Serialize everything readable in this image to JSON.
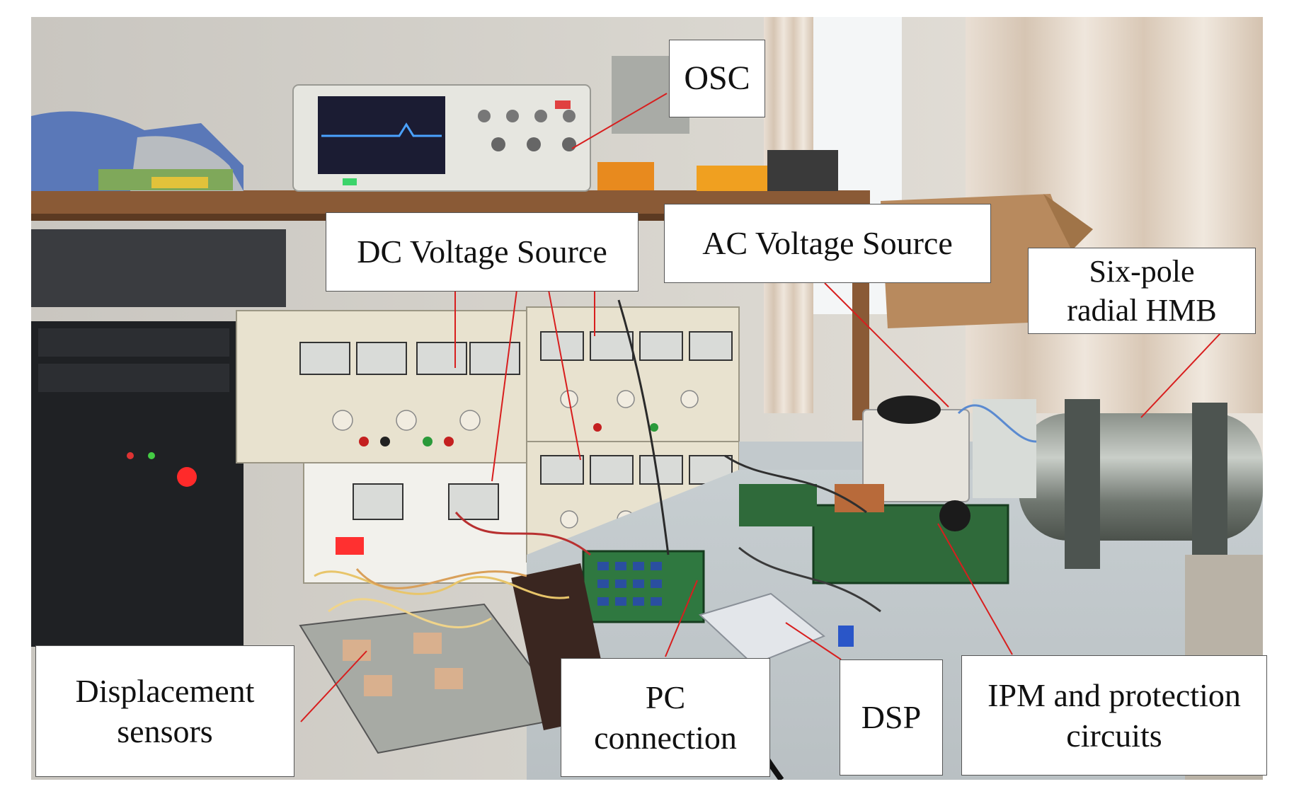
{
  "figure": {
    "photo": "laboratory test bench with oscilloscope, power supplies, circuit boards and magnetic bearing",
    "labels": {
      "osc": "OSC",
      "dc_source": "DC Voltage Source",
      "ac_source": "AC Voltage Source",
      "hmb_line1": "Six-pole",
      "hmb_line2": "radial HMB",
      "sensors_line1": "Displacement",
      "sensors_line2": "sensors",
      "pc_line1": "PC",
      "pc_line2": "connection",
      "dsp": "DSP",
      "ipm_line1": "IPM and protection",
      "ipm_line2": "circuits"
    },
    "leader_color": "#d81e1e"
  }
}
